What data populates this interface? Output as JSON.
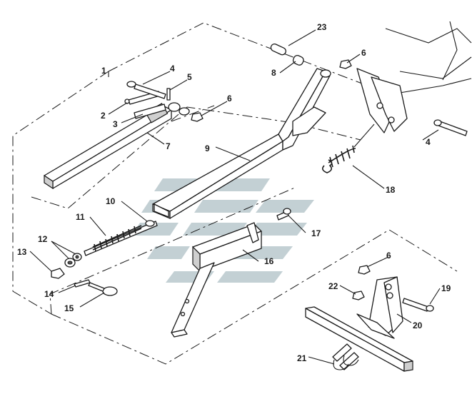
{
  "colors": {
    "ink": "#1a1a1a",
    "watermark": "#b9c8cd",
    "paper": "#ffffff"
  },
  "watermark": {
    "kind": "brand-logo-mark"
  },
  "callouts": {
    "c1": "1",
    "c2": "2",
    "c3": "3",
    "c4a": "4",
    "c4b": "4",
    "c5": "5",
    "c6a": "6",
    "c6b": "6",
    "c6c": "6",
    "c7": "7",
    "c8": "8",
    "c9": "9",
    "c10": "10",
    "c11": "11",
    "c12": "12",
    "c13": "13",
    "c14": "14",
    "c15": "15",
    "c16": "16",
    "c17": "17",
    "c18": "18",
    "c19": "19",
    "c20": "20",
    "c21": "21",
    "c22": "22",
    "c23": "23"
  }
}
